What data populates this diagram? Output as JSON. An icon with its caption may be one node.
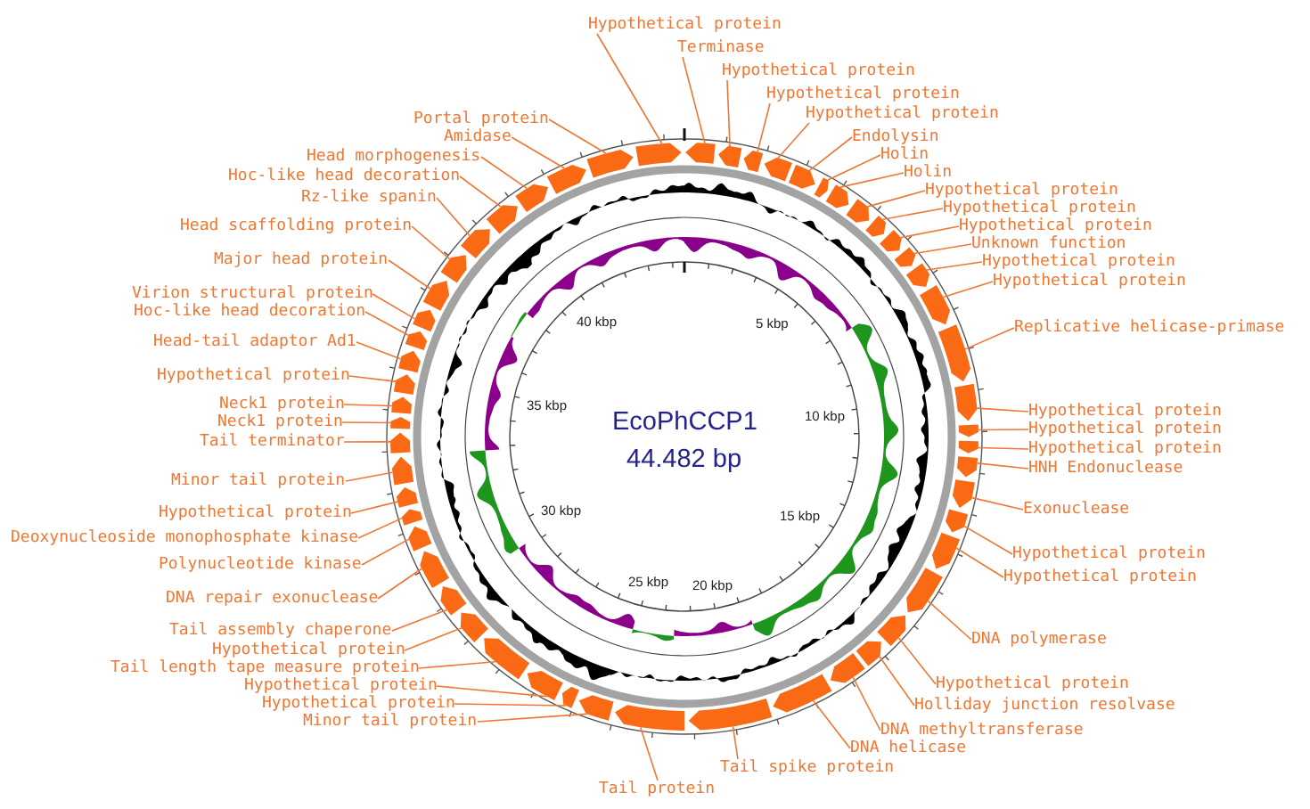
{
  "diagram": {
    "title": "EcoPhCCP1",
    "nodes": [
      {
        "text": [
          "Hypothetical protein"
        ]
      },
      {
        "text": [
          "Terminase"
        ]
      },
      {
        "text": [
          "Hypothetical protein"
        ]
      },
      {
        "text": [
          "Hypothetical protein"
        ]
      },
      {
        "text": [
          "Hypothetical protein"
        ]
      },
      {
        "text": [
          "Endolysin"
        ]
      },
      {
        "text": [
          "Holin"
        ]
      },
      {
        "text": [
          "Holin"
        ]
      },
      {
        "text": [
          "Hypothetical protein"
        ]
      },
      {
        "text": [
          "Hypothetical protein"
        ]
      },
      {
        "text": [
          "Hypothetical protein"
        ]
      },
      {
        "text": [
          "Unknown function"
        ]
      },
      {
        "text": [
          "Hypothetical protein"
        ]
      },
      {
        "text": [
          "Hypothetical protein"
        ]
      },
      {
        "text": [
          "Replicative helicase-primase"
        ]
      },
      {
        "text": [
          "Hypothetical protein"
        ]
      },
      {
        "text": [
          "Hypothetical protein"
        ]
      },
      {
        "text": [
          "Hypothetical protein"
        ]
      },
      {
        "text": [
          "HNH Endonuclease"
        ]
      },
      {
        "text": [
          "Exonuclease"
        ]
      },
      {
        "text": [
          "Hypothetical protein"
        ]
      },
      {
        "text": [
          "Hypothetical protein"
        ]
      },
      {
        "text": [
          "DNA polymerase"
        ]
      },
      {
        "text": [
          "Hypothetical protein"
        ]
      },
      {
        "text": [
          "Holliday junction resolvase"
        ]
      },
      {
        "text": [
          "DNA methyltransferase"
        ]
      },
      {
        "text": [
          "DNA helicase"
        ]
      },
      {
        "text": [
          "Tail spike protein"
        ]
      },
      {
        "text": [
          "Tail protein"
        ]
      },
      {
        "text": [
          "Minor tail protein"
        ]
      },
      {
        "text": [
          "Hypothetical protein"
        ]
      },
      {
        "text": [
          "Hypothetical protein"
        ]
      },
      {
        "text": [
          "Tail length tape measure protein"
        ]
      },
      {
        "text": [
          "Hypothetical protein"
        ]
      },
      {
        "text": [
          "Tail assembly chaperone"
        ]
      },
      {
        "text": [
          "DNA repair exonuclease"
        ]
      },
      {
        "text": [
          "Polynucleotide kinase"
        ]
      },
      {
        "text": [
          "Deoxynucleoside monophosphate kinase"
        ]
      },
      {
        "text": [
          "Hypothetical protein"
        ]
      },
      {
        "text": [
          "Minor tail protein"
        ]
      },
      {
        "text": [
          "Tail terminator"
        ]
      },
      {
        "text": [
          "Neck1 protein"
        ]
      },
      {
        "text": [
          "Neck1 protein"
        ]
      },
      {
        "text": [
          "Hypothetical protein"
        ]
      },
      {
        "text": [
          "Head-tail adaptor Ad1"
        ]
      },
      {
        "text": [
          "Hoc-like head decoration"
        ]
      },
      {
        "text": [
          "Virion structural protein"
        ]
      },
      {
        "text": [
          "Major head protein"
        ]
      },
      {
        "text": [
          "Head scaffolding protein"
        ]
      },
      {
        "text": [
          "Rz-like spanin"
        ]
      },
      {
        "text": [
          "Hoc-like head decoration"
        ]
      },
      {
        "text": [
          "Head morphogenesis"
        ]
      },
      {
        "text": [
          "Amidase"
        ]
      },
      {
        "text": [
          "Portal protein"
        ]
      },
      {
        "text": [],
        "shape": "bar"
      },
      {
        "text": [],
        "shape": "bar"
      },
      {
        "text": [],
        "shape": "bar"
      },
      {
        "text": [],
        "shape": "bar"
      },
      {
        "text": [],
        "shape": "bar"
      },
      {
        "text": [],
        "shape": "bar"
      },
      {
        "text": [],
        "shape": "bar"
      },
      {
        "text": [],
        "shape": "bar"
      },
      {
        "text": [],
        "shape": "bar"
      },
      {
        "text": [],
        "shape": "bar"
      },
      {
        "text": [],
        "shape": "bar"
      },
      {
        "text": [],
        "shape": "bar"
      },
      {
        "text": [],
        "shape": "bar"
      },
      {
        "text": [],
        "shape": "bar"
      },
      {
        "text": [],
        "shape": "bar"
      },
      {
        "text": [],
        "shape": "bar"
      },
      {
        "text": [],
        "shape": "bar"
      },
      {
        "text": [],
        "shape": "bar"
      },
      {
        "text": [],
        "shape": "bar"
      },
      {
        "text": [],
        "shape": "bar"
      },
      {
        "text": [],
        "shape": "bar"
      },
      {
        "text": [],
        "shape": "bar"
      },
      {
        "text": [],
        "shape": "bar"
      },
      {
        "text": [],
        "shape": "bar"
      },
      {
        "text": [],
        "shape": "bar"
      },
      {
        "text": [],
        "shape": "bar"
      },
      {
        "text": [],
        "shape": "bar"
      },
      {
        "text": [],
        "shape": "bar"
      },
      {
        "text": [],
        "shape": "bar"
      },
      {
        "text": [],
        "shape": "bar"
      },
      {
        "text": [],
        "shape": "bar"
      },
      {
        "text": [],
        "shape": "bar"
      },
      {
        "text": [],
        "shape": "bar"
      },
      {
        "text": [],
        "shape": "bar"
      },
      {
        "text": [],
        "shape": "bar"
      },
      {
        "text": [],
        "shape": "bar"
      },
      {
        "text": [],
        "shape": "bar"
      },
      {
        "text": [],
        "shape": "bar"
      },
      {
        "text": [],
        "shape": "bar"
      },
      {
        "text": [],
        "shape": "bar"
      },
      {
        "text": [],
        "shape": "bar"
      },
      {
        "text": [],
        "shape": "bar"
      },
      {
        "text": [],
        "shape": "bar"
      },
      {
        "text": [],
        "shape": "bar"
      },
      {
        "text": [],
        "shape": "bar"
      },
      {
        "text": [],
        "shape": "bar"
      },
      {
        "text": [],
        "shape": "bar"
      },
      {
        "text": [],
        "shape": "bar"
      },
      {
        "text": [],
        "shape": "bar"
      },
      {
        "text": [],
        "shape": "bar"
      },
      {
        "text": [],
        "shape": "bar"
      },
      {
        "text": [],
        "shape": "bar"
      },
      {
        "text": [],
        "shape": "bar"
      },
      {
        "text": [],
        "shape": "bar"
      }
    ],
    "edges": [
      {
        "from": 0,
        "to": 54,
        "arrow": "none"
      },
      {
        "from": 1,
        "to": 55,
        "arrow": "none"
      },
      {
        "from": 2,
        "to": 56,
        "arrow": "none"
      },
      {
        "from": 3,
        "to": 57,
        "arrow": "none"
      },
      {
        "from": 4,
        "to": 58,
        "arrow": "none"
      },
      {
        "from": 5,
        "to": 59,
        "arrow": "none"
      },
      {
        "from": 6,
        "to": 60,
        "arrow": "none"
      },
      {
        "from": 7,
        "to": 61,
        "arrow": "none"
      },
      {
        "from": 8,
        "to": 62,
        "arrow": "none"
      },
      {
        "from": 9,
        "to": 63,
        "arrow": "none"
      },
      {
        "from": 10,
        "to": 64,
        "arrow": "none"
      },
      {
        "from": 11,
        "to": 65,
        "arrow": "none"
      },
      {
        "from": 12,
        "to": 66,
        "arrow": "none"
      },
      {
        "from": 13,
        "to": 67,
        "arrow": "none"
      },
      {
        "from": 14,
        "to": 68,
        "arrow": "none"
      },
      {
        "from": 15,
        "to": 69,
        "arrow": "none"
      },
      {
        "from": 16,
        "to": 70,
        "arrow": "none"
      },
      {
        "from": 17,
        "to": 71,
        "arrow": "none"
      },
      {
        "from": 18,
        "to": 72,
        "arrow": "none"
      },
      {
        "from": 19,
        "to": 73,
        "arrow": "none"
      },
      {
        "from": 20,
        "to": 74,
        "arrow": "none"
      },
      {
        "from": 21,
        "to": 75,
        "arrow": "none"
      },
      {
        "from": 22,
        "to": 76,
        "arrow": "none"
      },
      {
        "from": 23,
        "to": 77,
        "arrow": "none"
      },
      {
        "from": 24,
        "to": 78,
        "arrow": "none"
      },
      {
        "from": 25,
        "to": 79,
        "arrow": "none"
      },
      {
        "from": 26,
        "to": 80,
        "arrow": "none"
      },
      {
        "from": 27,
        "to": 81,
        "arrow": "none"
      },
      {
        "from": 28,
        "to": 82,
        "arrow": "none"
      },
      {
        "from": 29,
        "to": 83,
        "arrow": "none"
      },
      {
        "from": 30,
        "to": 84,
        "arrow": "none"
      },
      {
        "from": 31,
        "to": 85,
        "arrow": "none"
      },
      {
        "from": 32,
        "to": 86,
        "arrow": "none"
      },
      {
        "from": 33,
        "to": 87,
        "arrow": "none"
      },
      {
        "from": 34,
        "to": 88,
        "arrow": "none"
      },
      {
        "from": 35,
        "to": 89,
        "arrow": "none"
      },
      {
        "from": 36,
        "to": 90,
        "arrow": "none"
      },
      {
        "from": 37,
        "to": 91,
        "arrow": "none"
      },
      {
        "from": 38,
        "to": 92,
        "arrow": "none"
      },
      {
        "from": 39,
        "to": 93,
        "arrow": "none"
      },
      {
        "from": 40,
        "to": 94,
        "arrow": "none"
      },
      {
        "from": 41,
        "to": 95,
        "arrow": "none"
      },
      {
        "from": 42,
        "to": 96,
        "arrow": "none"
      },
      {
        "from": 43,
        "to": 97,
        "arrow": "none"
      },
      {
        "from": 44,
        "to": 98,
        "arrow": "none"
      },
      {
        "from": 45,
        "to": 99,
        "arrow": "none"
      },
      {
        "from": 46,
        "to": 100,
        "arrow": "none"
      },
      {
        "from": 47,
        "to": 101,
        "arrow": "none"
      },
      {
        "from": 48,
        "to": 102,
        "arrow": "none"
      },
      {
        "from": 49,
        "to": 103,
        "arrow": "none"
      },
      {
        "from": 50,
        "to": 104,
        "arrow": "none"
      },
      {
        "from": 51,
        "to": 105,
        "arrow": "none"
      },
      {
        "from": 52,
        "to": 106,
        "arrow": "none"
      },
      {
        "from": 53,
        "to": 107,
        "arrow": "none"
      }
    ],
    "labels": [
      "44.482 bp",
      "5 kbp",
      "10 kbp",
      "15 kbp",
      "20 kbp",
      "25 kbp",
      "30 kbp",
      "35 kbp",
      "40 kbp"
    ]
  }
}
